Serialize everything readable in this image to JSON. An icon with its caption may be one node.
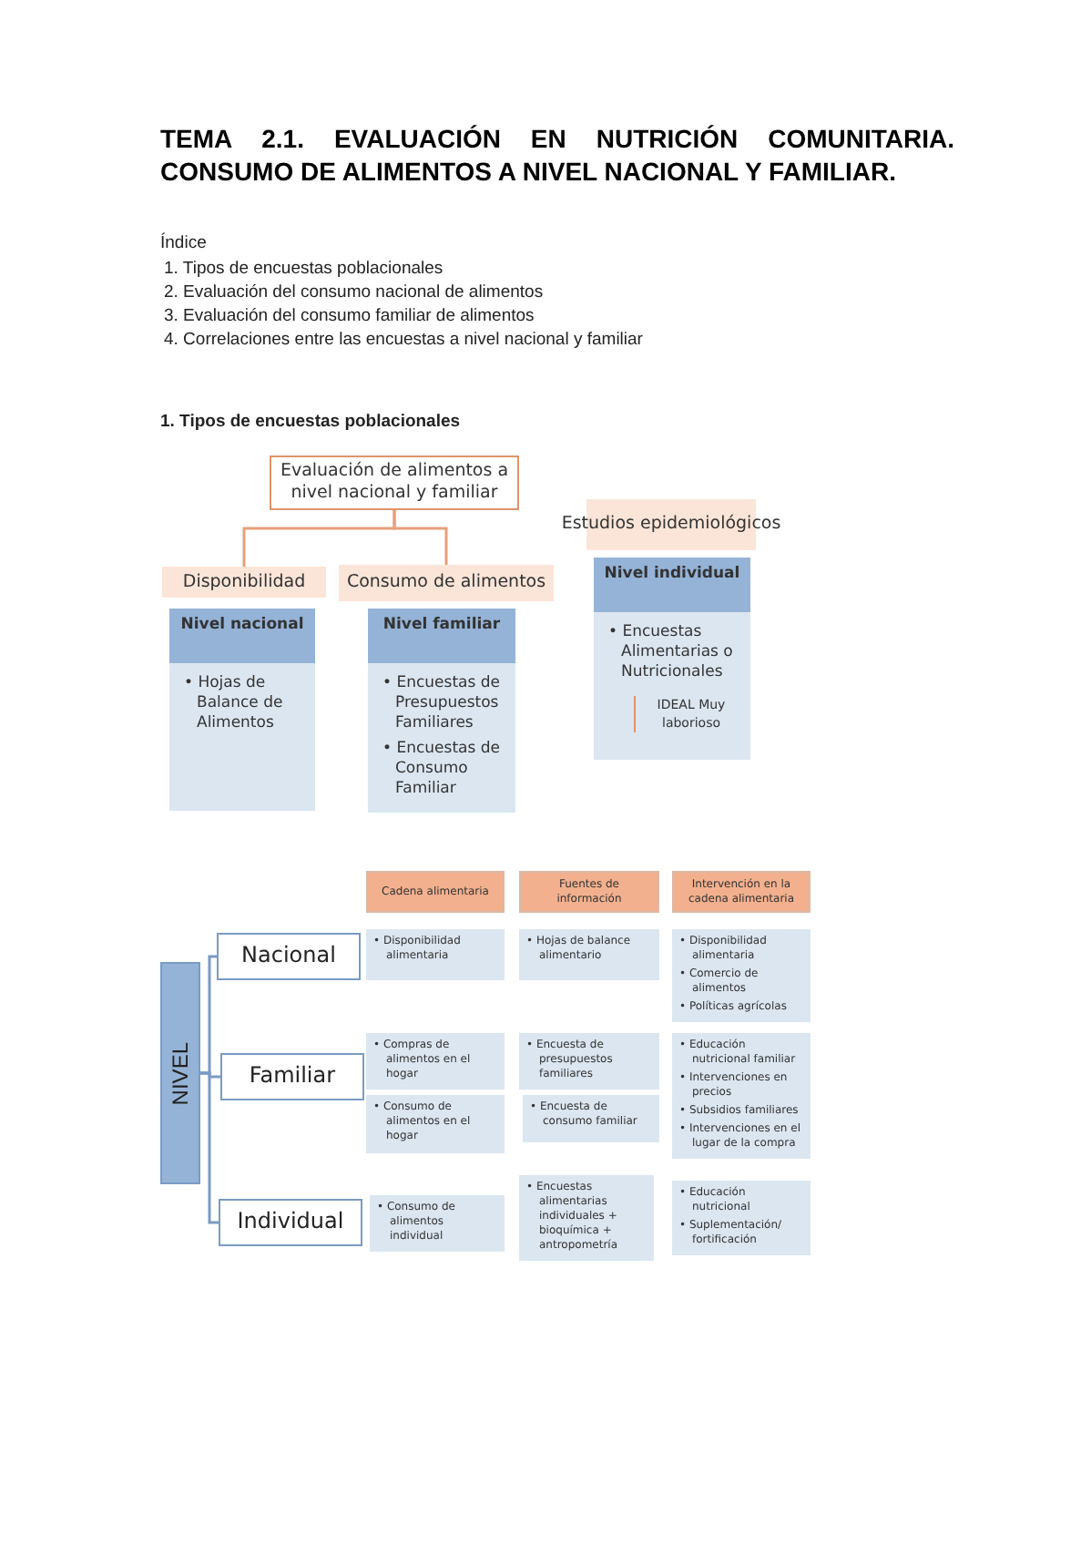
{
  "diagram": {
    "title": "TEMA 2.1. EVALUACIÓN EN NUTRICIÓN COMUNITARIA. CONSUMO DE ALIMENTOS A NIVEL NACIONAL Y FAMILIAR.",
    "nodes": [
      {
        "text": [
          "Evaluación de alimentos a nivel nacional y familiar"
        ]
      },
      {
        "text": [
          "Disponibilidad"
        ]
      },
      {
        "text": [
          "Consumo de alimentos"
        ]
      },
      {
        "text": [
          "Estudios epidemiológicos"
        ]
      },
      {
        "text": [
          "Nivel nacional",
          "• Hojas de Balance de Alimentos"
        ]
      },
      {
        "text": [
          "Nivel familiar",
          "• Encuestas de Presupuestos Familiares",
          "• Encuestas de Consumo Familiar"
        ]
      },
      {
        "text": [
          "Nivel individual",
          "• Encuestas Alimentarias o Nutricionales",
          "IDEAL Muy laborioso"
        ]
      },
      {
        "text": [
          "NIVEL"
        ]
      },
      {
        "text": [
          "Nacional"
        ]
      },
      {
        "text": [
          "Familiar"
        ]
      },
      {
        "text": [
          "Individual"
        ]
      },
      {
        "text": [
          "Cadena alimentaria"
        ]
      },
      {
        "text": [
          "Fuentes de información"
        ]
      },
      {
        "text": [
          "Intervención en la cadena alimentaria"
        ]
      },
      {
        "text": [
          "• Disponibilidad alimentaria"
        ]
      },
      {
        "text": [
          "• Hojas de balance alimentario"
        ]
      },
      {
        "text": [
          "• Disponibilidad alimentaria",
          "• Comercio de alimentos",
          "• Políticas agrícolas"
        ]
      },
      {
        "text": [
          "• Compras de alimentos en el hogar"
        ]
      },
      {
        "text": [
          "• Consumo de alimentos en el hogar"
        ]
      },
      {
        "text": [
          "• Encuesta de presupuestos familiares"
        ]
      },
      {
        "text": [
          "• Encuesta de consumo familiar"
        ]
      },
      {
        "text": [
          "• Educación nutricional familiar",
          "• Intervenciones en precios",
          "• Subsidios familiares",
          "• Intervenciones en el lugar de la compra"
        ]
      },
      {
        "text": [
          "• Consumo de alimentos individual"
        ]
      },
      {
        "text": [
          "• Encuestas alimentarias individuales + bioquímica + antropometría"
        ]
      },
      {
        "text": [
          "• Educación nutricional",
          "• Suplementación/ fortificación"
        ]
      }
    ],
    "edges": [
      {
        "from": 0,
        "to": 1,
        "arrow": "none",
        "color": "#e8a07a"
      },
      {
        "from": 0,
        "to": 2,
        "arrow": "none",
        "color": "#e8a07a"
      },
      {
        "from": 7,
        "to": 8,
        "arrow": "none"
      },
      {
        "from": 7,
        "to": 9,
        "arrow": "none"
      },
      {
        "from": 7,
        "to": 10,
        "arrow": "none"
      }
    ],
    "labels": [
      "Índice",
      "1. Tipos de encuestas poblacionales",
      "2. Evaluación del consumo nacional de alimentos",
      "3. Evaluación del consumo familiar de alimentos",
      "4. Correlaciones entre las encuestas a nivel nacional y familiar",
      "1. Tipos de encuestas poblacionales"
    ]
  }
}
